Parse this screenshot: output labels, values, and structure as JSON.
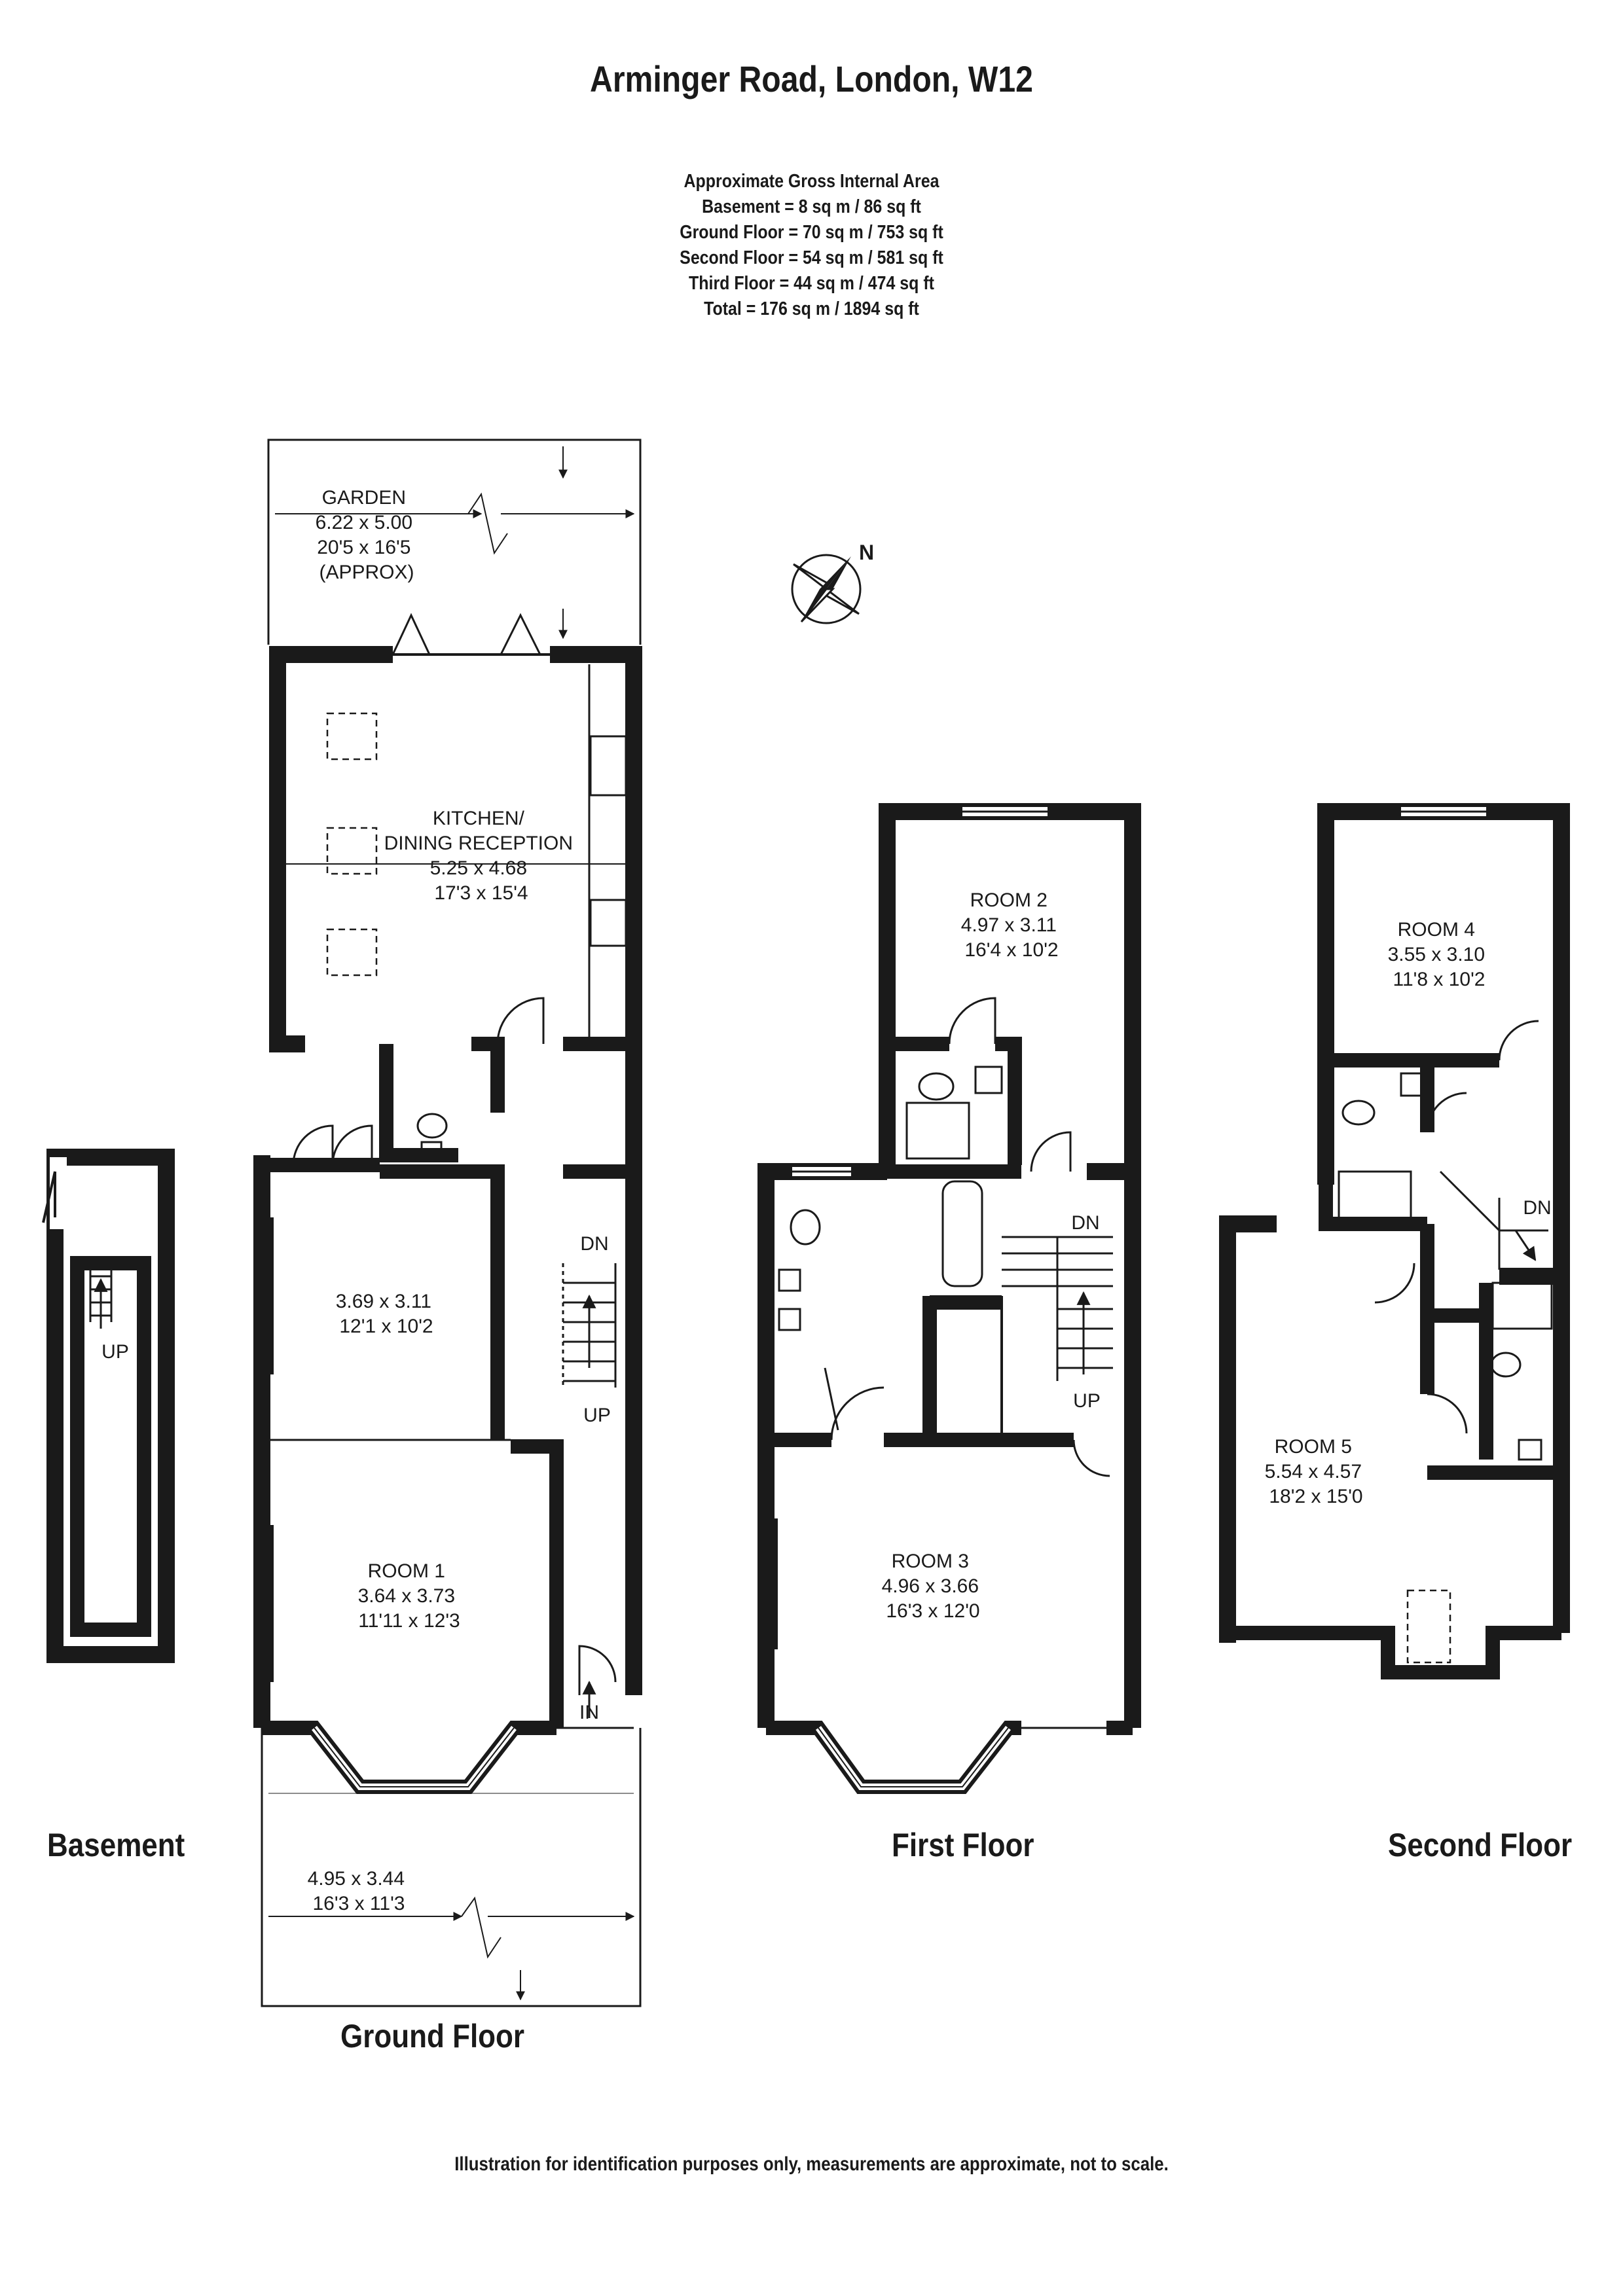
{
  "title": "Arminger Road, London, W12",
  "area_summary": {
    "heading": "Approximate Gross Internal Area",
    "lines": [
      "Basement = 8 sq m / 86 sq ft",
      "Ground Floor = 70 sq m / 753 sq ft",
      "Second Floor = 54 sq m / 581 sq ft",
      "Third Floor = 44 sq m / 474 sq ft",
      "Total = 176 sq m / 1894 sq ft"
    ]
  },
  "compass": {
    "label": "N"
  },
  "floors": {
    "basement": {
      "label": "Basement",
      "stair": "UP"
    },
    "ground": {
      "label": "Ground Floor",
      "garden": [
        "GARDEN",
        "6.22 x 5.00",
        "20'5 x 16'5",
        "(APPROX)"
      ],
      "kitchen": [
        "KITCHEN/",
        "DINING RECEPTION",
        "5.25 x 4.68",
        "17'3 x 15'4"
      ],
      "reception": [
        "3.69 x 3.11",
        "12'1 x 10'2"
      ],
      "room1": [
        "ROOM 1",
        "3.64 x 3.73",
        "11'11 x 12'3"
      ],
      "front": [
        "4.95 x 3.44",
        "16'3 x 11'3"
      ],
      "stair_dn": "DN",
      "stair_up": "UP",
      "entrance": "IN"
    },
    "first": {
      "label": "First Floor",
      "room2": [
        "ROOM 2",
        "4.97 x 3.11",
        "16'4 x 10'2"
      ],
      "room3": [
        "ROOM 3",
        "4.96 x 3.66",
        "16'3 x 12'0"
      ],
      "stair_dn": "DN",
      "stair_up": "UP"
    },
    "second": {
      "label": "Second Floor",
      "room4": [
        "ROOM 4",
        "3.55 x 3.10",
        "11'8 x 10'2"
      ],
      "room5": [
        "ROOM 5",
        "5.54 x 4.57",
        "18'2 x 15'0"
      ],
      "stair_dn": "DN"
    }
  },
  "footer": "Illustration for identification purposes only, measurements are approximate, not to scale."
}
